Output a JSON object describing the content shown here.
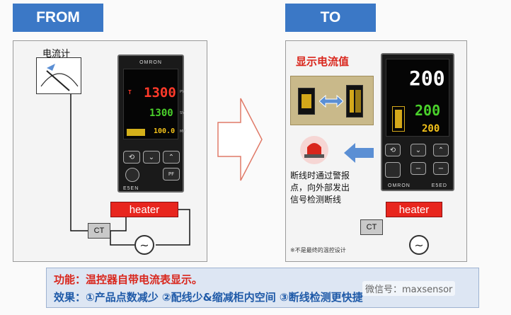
{
  "left": {
    "tag": "FROM",
    "meter_label": "电流计",
    "device": {
      "brand": "OMRON",
      "pv": "1300",
      "sv": "1300",
      "mv": "100.0",
      "pv_label": "PV",
      "sv_label": "SV",
      "mv_label": "MV",
      "model": "E5EN"
    },
    "heater_label": "heater",
    "ct_label": "CT",
    "ac_symbol": "~"
  },
  "right": {
    "tag": "TO",
    "title": "显示电流值",
    "alarm_note": "断线时通过警报\n点，向外部发出\n信号检测断线",
    "device": {
      "brand": "OMRON",
      "pv": "200",
      "sv": "200",
      "mv": "200",
      "model": "E5ED"
    },
    "heater_label": "heater",
    "ct_label": "CT",
    "ac_symbol": "~",
    "footnote": "※不是最终的温控设计"
  },
  "banner": {
    "line1": "功能：温控器自带电流表显示。",
    "line2": "效果：①产品点数减少 ②配线少&缩减柜内空间 ③断线检测更快捷"
  },
  "watermark": "微信号：maxsensor",
  "colors": {
    "tag_bg": "#3b78c6",
    "accent_red": "#d9261c",
    "banner_blue": "#1f5aa8",
    "pv_red": "#ff3a2a",
    "sv_green": "#4ad12b",
    "mv_yellow": "#f4c21a",
    "pv_white": "#ffffff"
  },
  "icons": {
    "arrow": "right-arrow-icon",
    "alarm": "alarm-light-icon",
    "left_arrow": "left-arrow-icon",
    "double_arrow": "double-arrow-icon"
  }
}
